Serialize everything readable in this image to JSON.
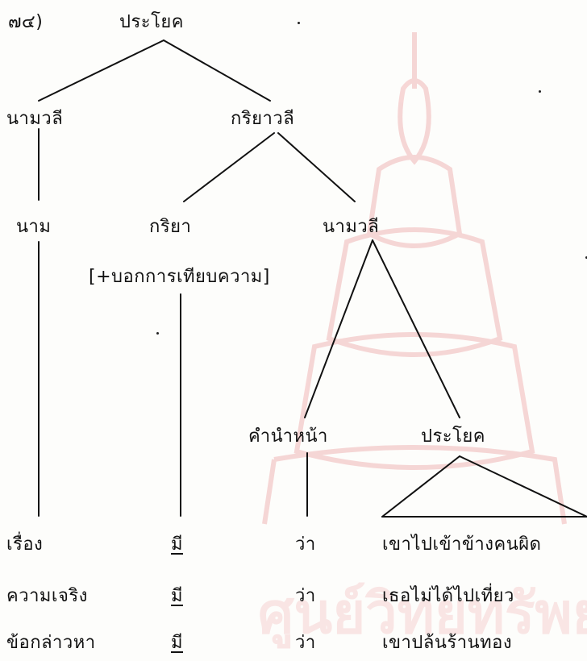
{
  "example_number": "๗๔)",
  "tree": {
    "root": "ประโยค",
    "np": "นามวลี",
    "vp": "กริยาวลี",
    "noun": "นาม",
    "verb": "กริยา",
    "np2": "นามวลี",
    "feature": "[+บอกการเทียบความ]",
    "complementizer": "คำนำหน้า",
    "clause": "ประโยค"
  },
  "examples": [
    {
      "noun": "เรื่อง",
      "verb": "มี",
      "comp": "ว่า",
      "clause": "เขาไปเข้าข้างคนผิด"
    },
    {
      "noun": "ความเจริง",
      "verb": "มี",
      "comp": "ว่า",
      "clause": "เธอไม่ได้ไปเที่ยว"
    },
    {
      "noun": "ข้อกล่าวหา",
      "verb": "มี",
      "comp": "ว่า",
      "clause": "เขาปล้นร้านทอง"
    }
  ],
  "colors": {
    "ink": "#111111",
    "watermark": "#f3c6c6"
  }
}
